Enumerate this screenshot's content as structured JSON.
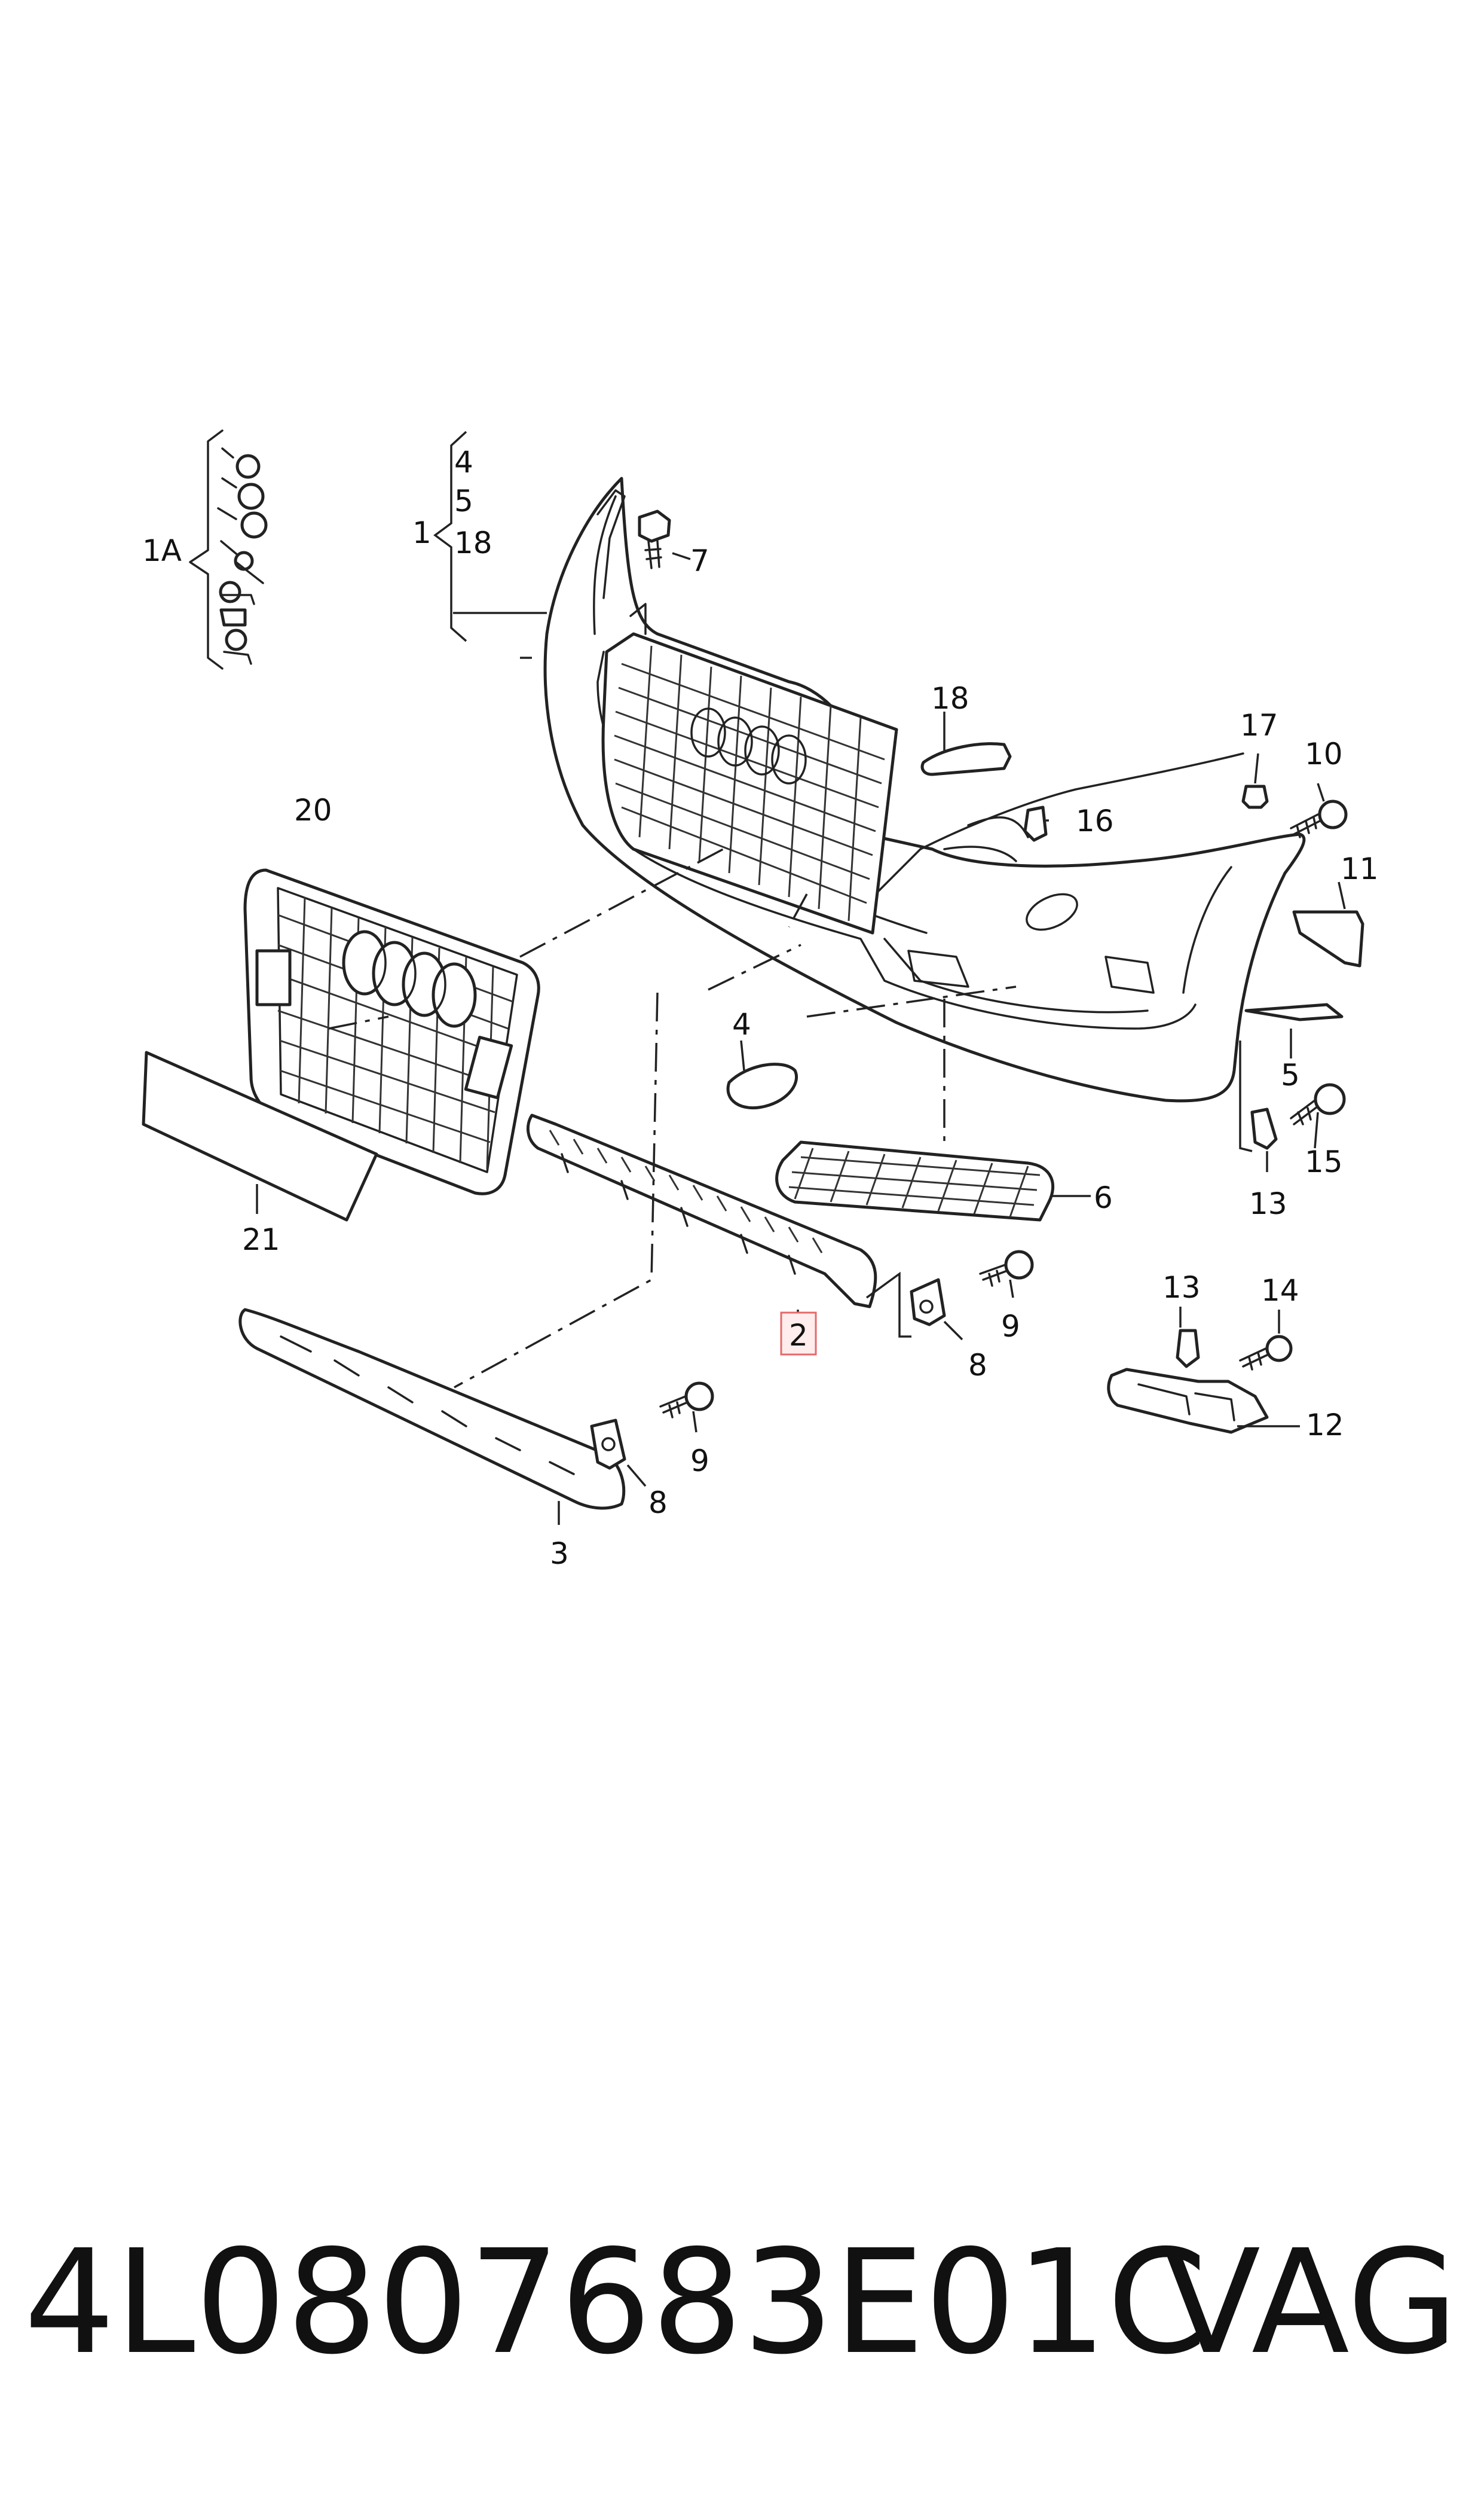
{
  "diagram": {
    "callouts": {
      "c1A": "1A",
      "c1": "1",
      "c4a": "4",
      "c5a": "5",
      "c18a": "18",
      "c7": "7",
      "c18": "18",
      "c17": "17",
      "c10": "10",
      "c16": "16",
      "c11": "11",
      "c20": "20",
      "c4": "4",
      "c5": "5",
      "c15": "15",
      "c13a": "13",
      "c6": "6",
      "c21": "21",
      "c2": "2",
      "c9a": "9",
      "c8a": "8",
      "c13b": "13",
      "c14": "14",
      "c12": "12",
      "c9b": "9",
      "c8b": "8",
      "c3": "3"
    },
    "highlighted_part": "2"
  },
  "footer": {
    "part_number": "4L0807683E01C",
    "brand": "VAG"
  }
}
